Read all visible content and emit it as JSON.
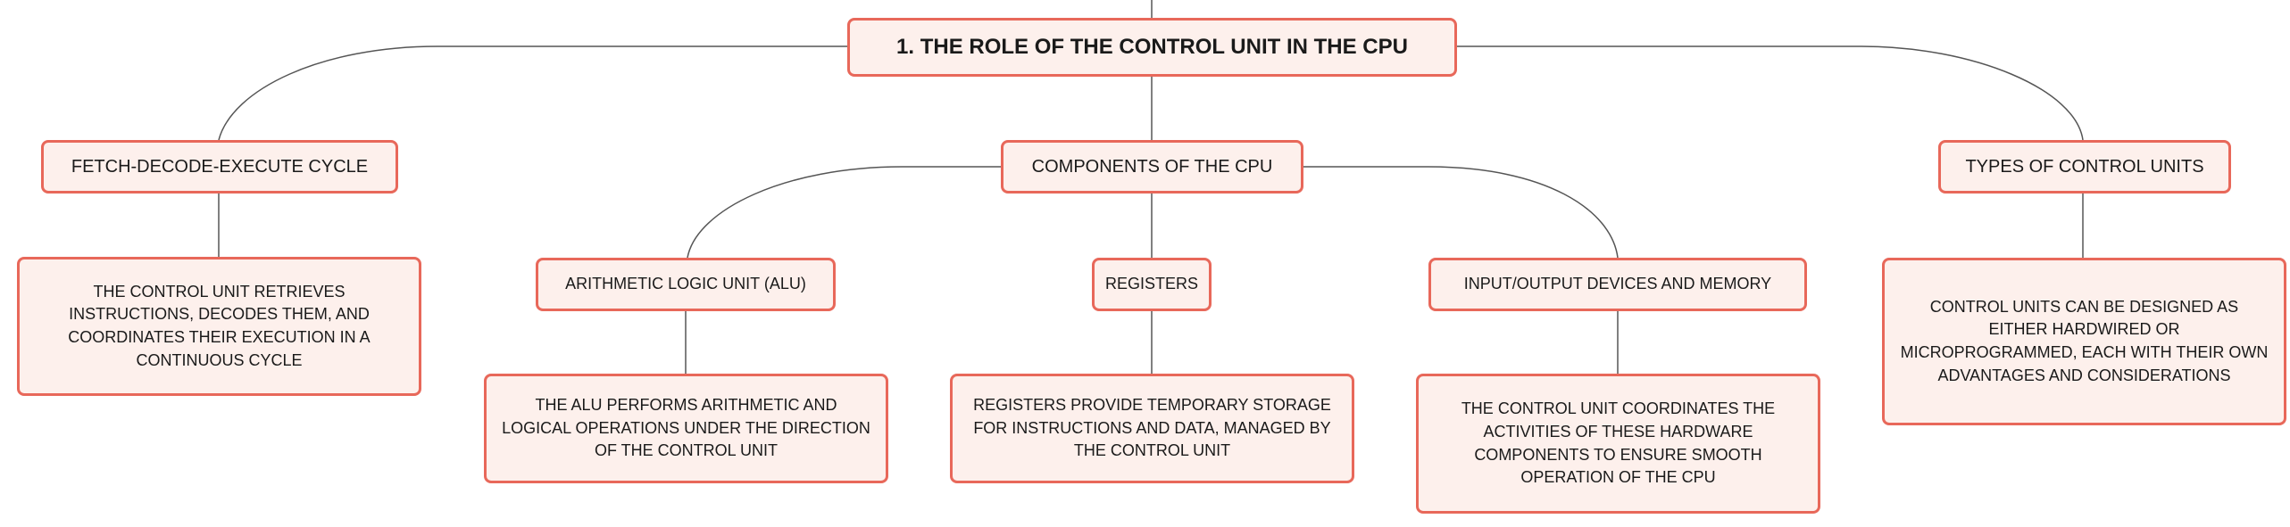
{
  "colors": {
    "border": "#e8685a",
    "fill": "#fdf0ec",
    "line": "#555555",
    "text": "#1a1a1a"
  },
  "root": {
    "label": "1. THE ROLE OF THE CONTROL UNIT IN THE CPU"
  },
  "topics": {
    "fetch": {
      "label": "FETCH-DECODE-EXECUTE CYCLE",
      "description": "THE CONTROL UNIT RETRIEVES INSTRUCTIONS, DECODES THEM, AND COORDINATES THEIR EXECUTION IN A CONTINUOUS CYCLE"
    },
    "components": {
      "label": "COMPONENTS OF THE CPU",
      "children": {
        "alu": {
          "label": "ARITHMETIC LOGIC UNIT (ALU)",
          "description": "THE ALU PERFORMS ARITHMETIC AND LOGICAL OPERATIONS UNDER THE DIRECTION OF THE CONTROL UNIT"
        },
        "registers": {
          "label": "REGISTERS",
          "description": "REGISTERS PROVIDE TEMPORARY STORAGE FOR INSTRUCTIONS AND DATA, MANAGED BY THE CONTROL UNIT"
        },
        "io": {
          "label": "INPUT/OUTPUT DEVICES AND MEMORY",
          "description": "THE CONTROL UNIT COORDINATES THE ACTIVITIES OF THESE HARDWARE COMPONENTS TO ENSURE SMOOTH OPERATION OF THE CPU"
        }
      }
    },
    "types": {
      "label": "TYPES OF CONTROL UNITS",
      "description": "CONTROL UNITS CAN BE DESIGNED AS EITHER HARDWIRED OR MICROPROGRAMMED, EACH WITH THEIR OWN ADVANTAGES AND CONSIDERATIONS"
    }
  }
}
